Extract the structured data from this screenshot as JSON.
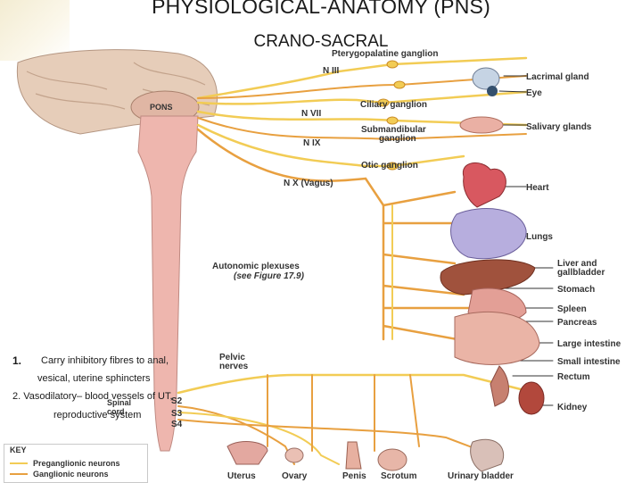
{
  "slide": {
    "title": "PHYSIOLOGICAL-ANATOMY (PNS)",
    "subtitle": "CRANO-SACRAL"
  },
  "diagram": {
    "brain_label": "PONS",
    "cranial_nerves": [
      "N III",
      "N VII",
      "N IX",
      "N X (Vagus)"
    ],
    "ganglia": [
      "Pterygopalatine ganglion",
      "Ciliary ganglion",
      "Submandibular ganglion",
      "Otic ganglion"
    ],
    "submandibular_line1": "Submandibular",
    "submandibular_line2": "ganglion",
    "autonomic_line1": "Autonomic plexuses",
    "autonomic_line2": "(see Figure 17.9)",
    "pelvic_line1": "Pelvic",
    "pelvic_line2": "nerves",
    "spinal_line1": "Spinal",
    "spinal_line2": "cord",
    "sacral_segments": [
      "S2",
      "S3",
      "S4"
    ],
    "organs_right": [
      "Lacrimal gland",
      "Eye",
      "Salivary glands",
      "Heart",
      "Lungs",
      "Liver and",
      "gallbladder",
      "Stomach",
      "Spleen",
      "Pancreas",
      "Large intestine",
      "Small intestine",
      "Rectum",
      "Kidney"
    ],
    "organs_bottom": [
      "Uterus",
      "Ovary",
      "Penis",
      "Scrotum",
      "Urinary bladder"
    ]
  },
  "notes": {
    "item1_number": "1.",
    "item1_text": "Carry inhibitory fibres to  anal,",
    "item1_text2": "vesical, uterine sphincters",
    "item2_text": "2. Vasodilatory– blood vessels of UT,",
    "item2_text2": "reproductive system"
  },
  "key": {
    "title": "KEY",
    "preganglionic": "Preganglionic neurons",
    "ganglionic": "Ganglionic neurons"
  },
  "colors": {
    "nerve_orange": "#e8a040",
    "nerve_yellow": "#f2cc55",
    "spinal_cord": "#e8b0a8",
    "brain": "#e3c7b4"
  }
}
